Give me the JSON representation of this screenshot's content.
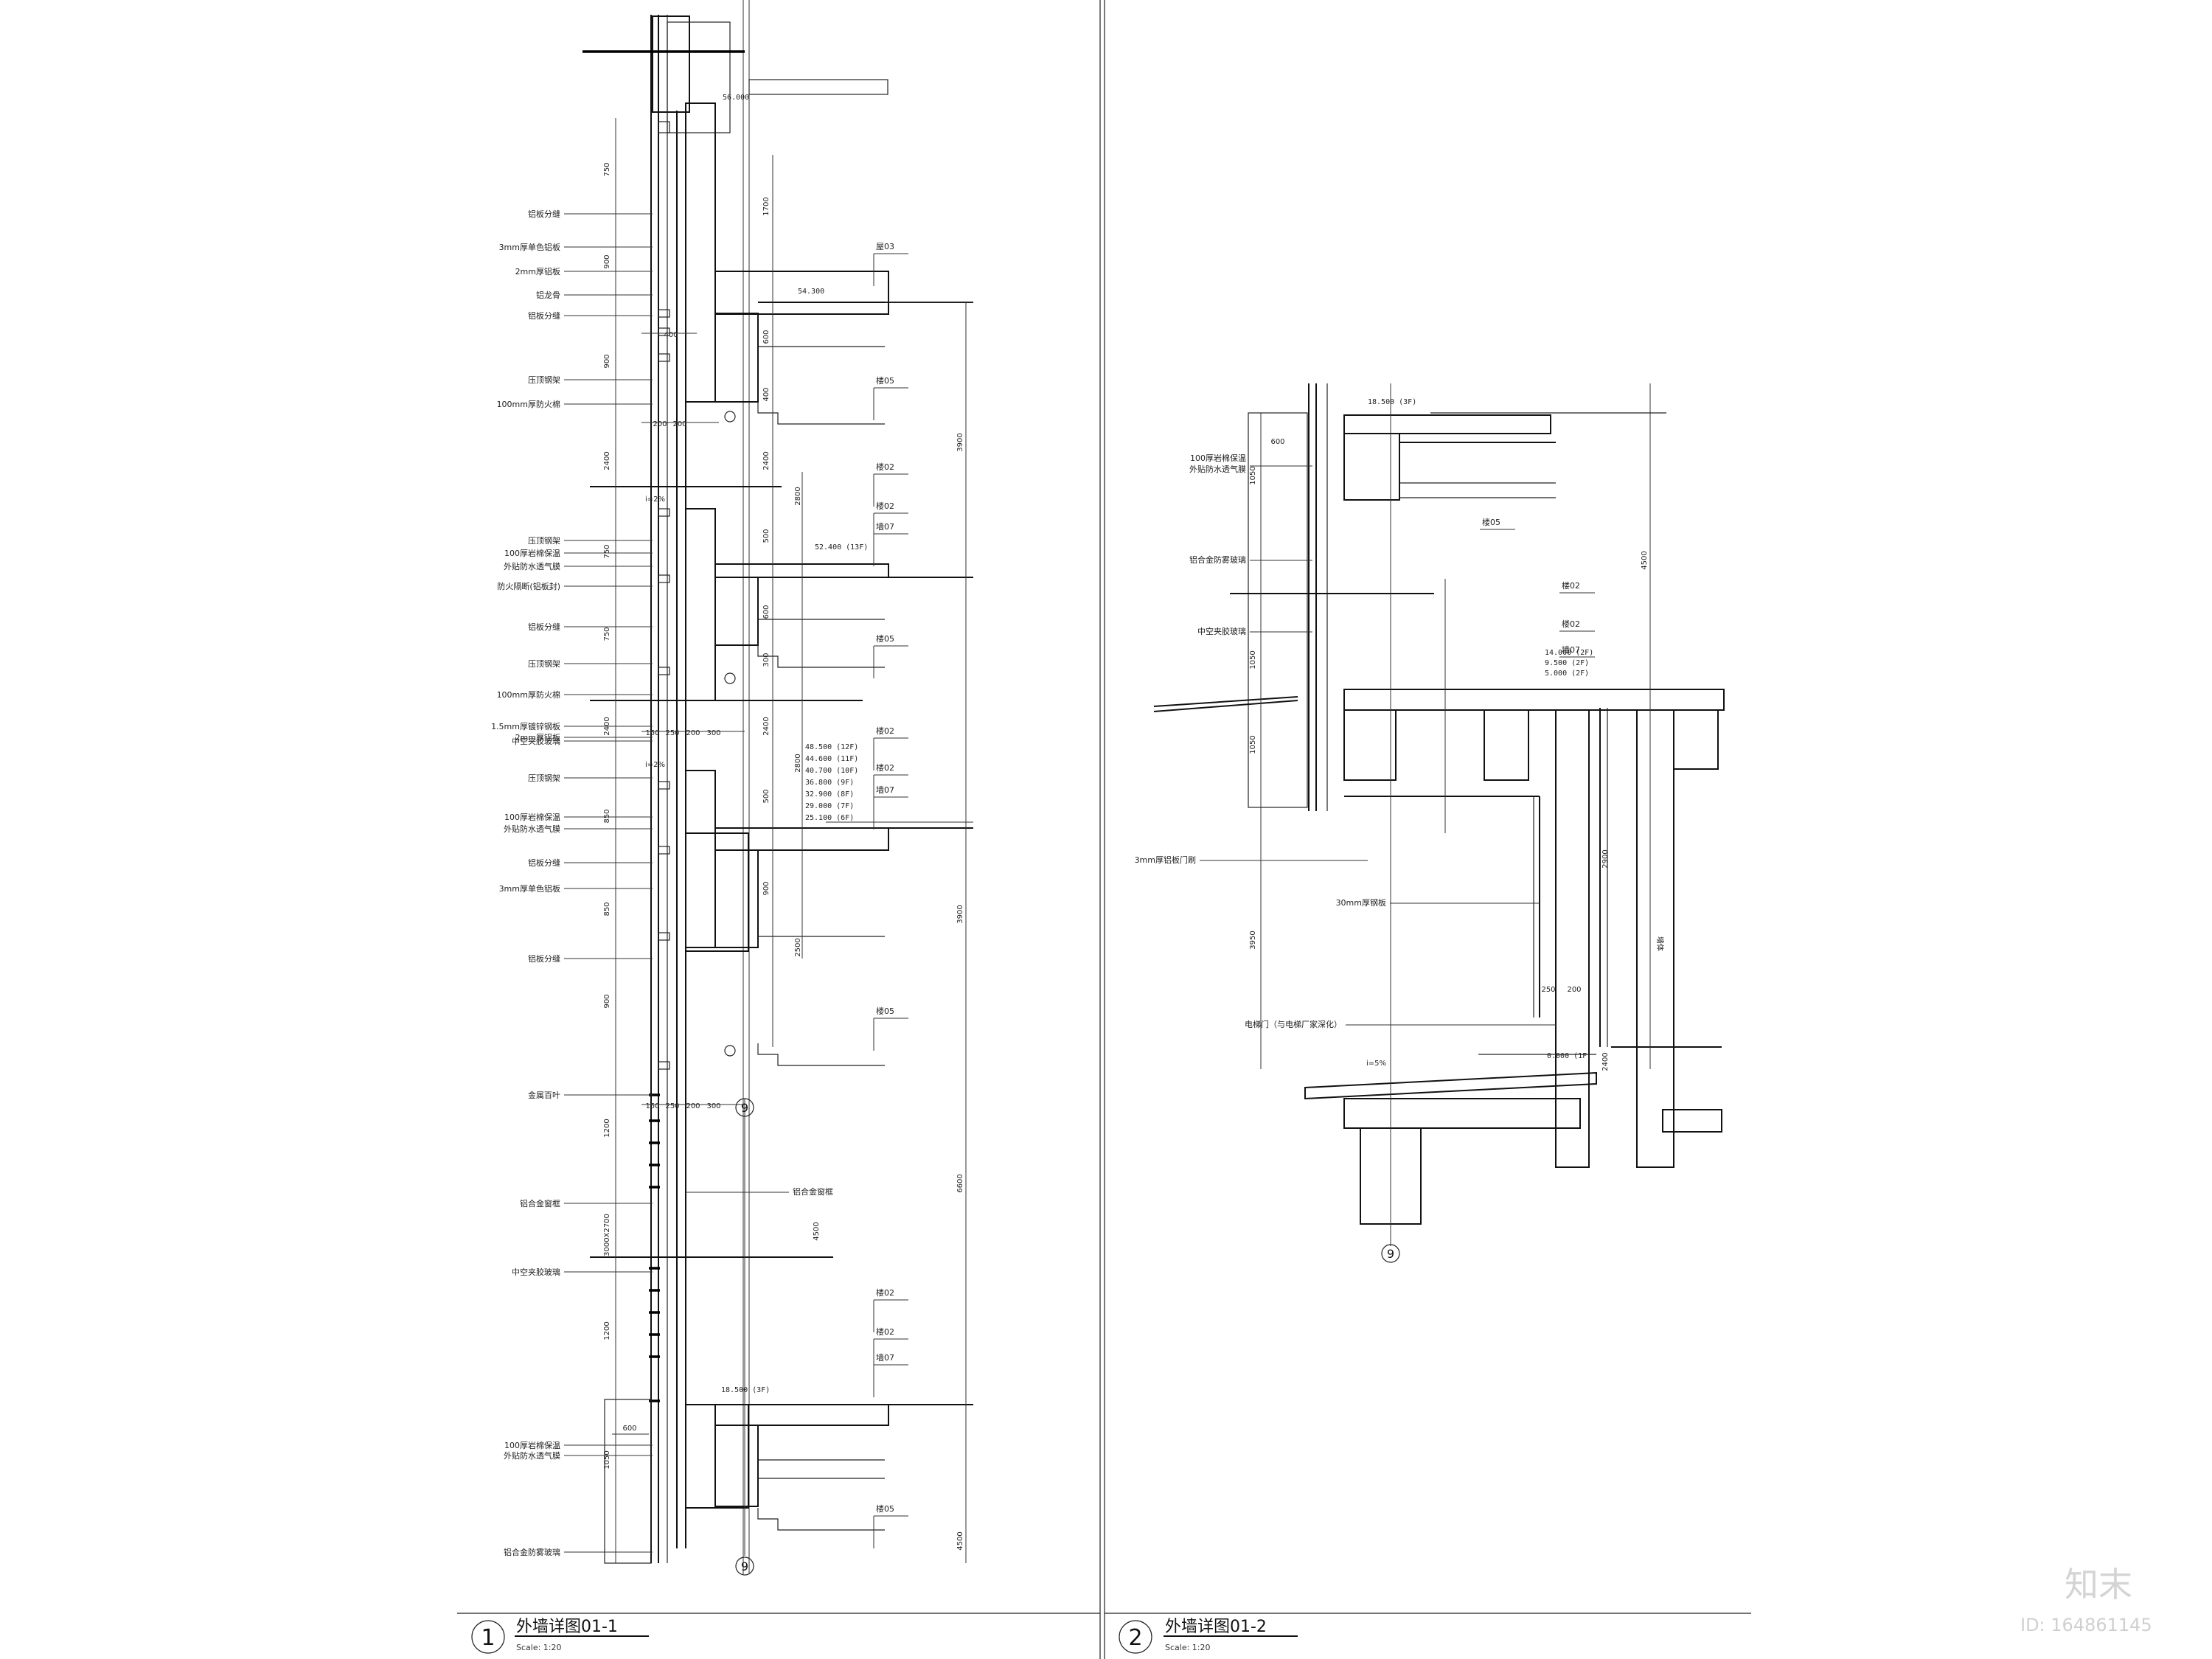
{
  "colors": {
    "line": "#111111",
    "hatch": "#9a9a9a",
    "watermark": "#d0d0d0"
  },
  "detail_1": {
    "number": "1",
    "title": "外墙详图01-1",
    "scale": "Scale: 1:20",
    "grid_label": "9",
    "labels": [
      "铝板分缝",
      "3mm厚单色铝板",
      "2mm厚铝板",
      "铝龙骨",
      "铝板分缝",
      "压顶钢架",
      "100mm厚防火棉",
      "压顶钢架",
      "100厚岩棉保温",
      "外贴防水透气膜",
      "防火隔断(铝板封)",
      "铝板分缝",
      "压顶钢架",
      "100mm厚防火棉",
      "1.5mm厚镀锌钢板",
      "2mm厚铝板",
      "中空夹胶玻璃",
      "压顶钢架",
      "100厚岩棉保温",
      "外贴防水透气膜",
      "铝板分缝",
      "3mm厚单色铝板",
      "铝板分缝",
      "金属百叶",
      "铝合金窗框",
      "中空夹胶玻璃",
      "100厚岩棉保温",
      "外贴防水透气膜",
      "铝合金防雾玻璃"
    ],
    "right_labels": [
      "屋03",
      "楼05",
      "楼02",
      "楼02",
      "墙07",
      "楼05",
      "楼02",
      "楼02",
      "墙07",
      "楼05",
      "楼02",
      "楼02",
      "墙07",
      "楼05"
    ],
    "mid_labels": [
      "铝合金窗框"
    ],
    "elevations": [
      "56.000",
      "54.300",
      "52.400 (13F)",
      "48.500 (12F)",
      "44.600 (11F)",
      "40.700 (10F)",
      "36.800 (9F)",
      "32.900 (8F)",
      "29.000 (7F)",
      "25.100 (6F)",
      "18.500 (3F)"
    ],
    "dims_left": [
      "750",
      "900",
      "900",
      "2400",
      "750",
      "750",
      "2400",
      "850",
      "850",
      "900",
      "1200",
      "3000X2700",
      "1200",
      "1050"
    ],
    "dims_mid": [
      "1700",
      "600",
      "400",
      "2400",
      "2800",
      "500",
      "600",
      "300",
      "2400",
      "2800",
      "500",
      "900",
      "2500",
      "4500"
    ],
    "dims_right": [
      "3900",
      "3900",
      "6600",
      "4500"
    ],
    "dims_horiz": [
      "400",
      "200",
      "200",
      "150",
      "250",
      "200",
      "300",
      "150",
      "250",
      "200",
      "300",
      "600"
    ],
    "slope": "i=2%"
  },
  "detail_2": {
    "number": "2",
    "title": "外墙详图01-2",
    "scale": "Scale: 1:20",
    "grid_label": "9",
    "labels": [
      "100厚岩棉保温",
      "外贴防水透气膜",
      "铝合金防雾玻璃",
      "中空夹胶玻璃",
      "3mm厚铝板门刷",
      "30mm厚钢板",
      "电梯门（与电梯厂家深化）"
    ],
    "right_labels": [
      "楼05",
      "楼02",
      "楼02",
      "墙07"
    ],
    "elevations": [
      "18.500 (3F)",
      "14.000 (2F)",
      "9.500 (2F)",
      "5.000 (2F)",
      "0.000 (1F)"
    ],
    "dims": [
      "600",
      "1050",
      "1050",
      "1050",
      "3950",
      "4500",
      "2900",
      "2400",
      "250",
      "200"
    ],
    "slope": "i=5%",
    "side_note": "墙体"
  },
  "watermark": {
    "brand": "知末",
    "id": "ID: 164861145"
  }
}
